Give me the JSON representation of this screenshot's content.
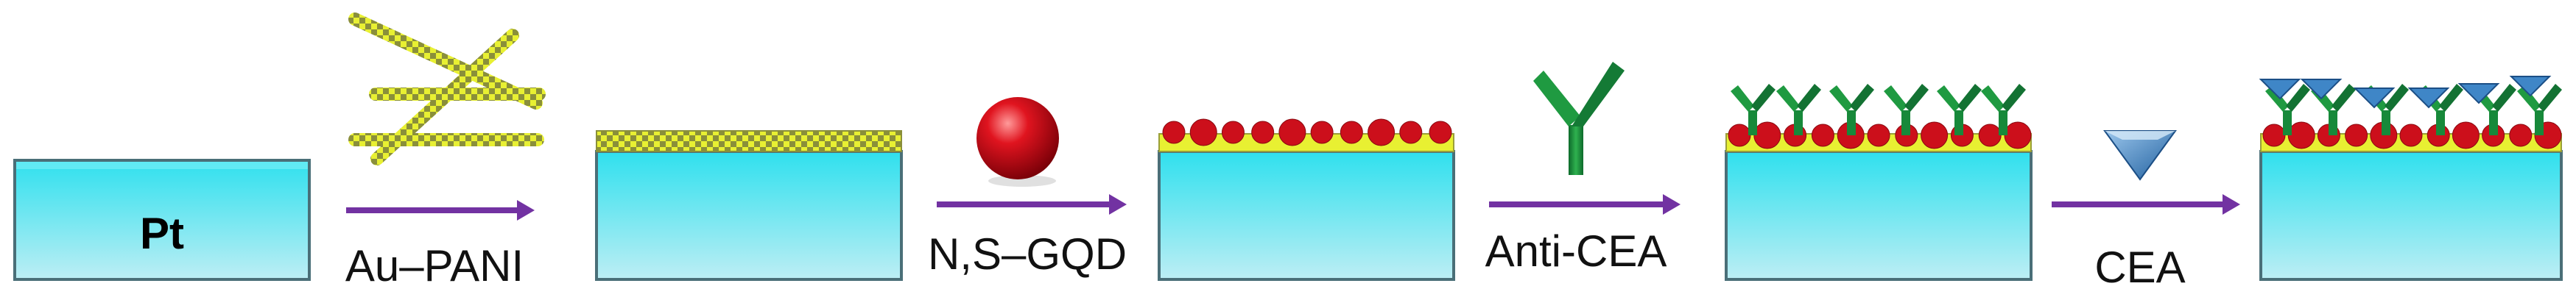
{
  "electrode": {
    "label": "Pt"
  },
  "steps": [
    {
      "reagent": "Au–PANI",
      "icon": "au-pani-nanofiber-icon"
    },
    {
      "reagent": "N,S–GQD",
      "icon": "red-sphere-icon"
    },
    {
      "reagent": "Anti-CEA",
      "icon": "antibody-y-icon"
    },
    {
      "reagent": "CEA",
      "icon": "blue-triangle-icon"
    }
  ],
  "colors": {
    "electrode_top": "#34e2ef",
    "electrode_bottom": "#b9edf3",
    "au_pani": "#e6ee2e",
    "gqd": "#d0101c",
    "antibody": "#17893a",
    "cea": "#3f86c7",
    "arrow": "#7232a2"
  }
}
